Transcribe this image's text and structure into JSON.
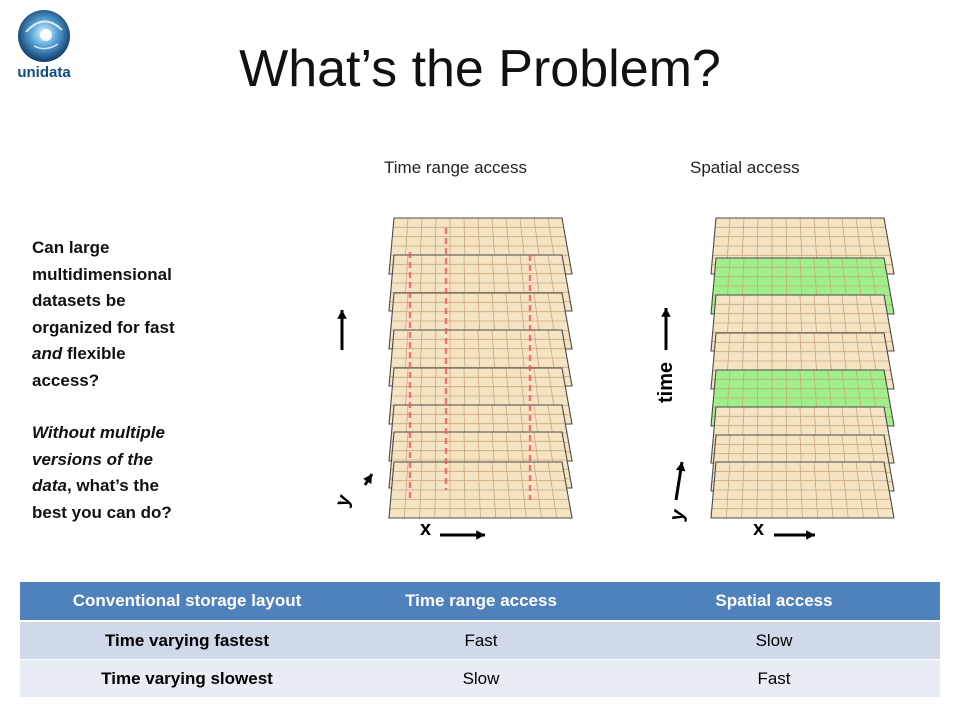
{
  "slide": {
    "title": "What’s the Problem?",
    "logo_text": "unidata"
  },
  "sidebar": {
    "q1_line1": "Can large",
    "q1_line2": "multidimensional",
    "q1_line3": "datasets be",
    "q1_line4": "organized for fast",
    "q1_line5_em": "and",
    "q1_line5_rest": " flexible",
    "q1_line6": "access?",
    "q2_line1": "Without multiple",
    "q2_line2": "versions of the",
    "q2_line3_em": "data",
    "q2_line3_rest": ", what’s the",
    "q2_line4": "best you can do?"
  },
  "diagrams": {
    "left_caption": "Time range access",
    "right_caption": "Spatial access",
    "axis_time": "time",
    "axis_x": "x",
    "axis_y": "y",
    "colors": {
      "layer_fill": "#f5e4c3",
      "layer_highlight": "#9ef08a",
      "grid_line": "#c9a77a",
      "edge_line": "#4a4a4a",
      "time_marker": "#ef4f5f"
    }
  },
  "table": {
    "headers": [
      "Conventional storage layout",
      "Time range access",
      "Spatial access"
    ],
    "rows": [
      [
        "Time varying fastest",
        "Fast",
        "Slow"
      ],
      [
        "Time varying slowest",
        "Slow",
        "Fast"
      ]
    ],
    "colors": {
      "header": "#4f81bd",
      "row1": "#cfd9ea",
      "row2": "#e8edf5"
    }
  }
}
